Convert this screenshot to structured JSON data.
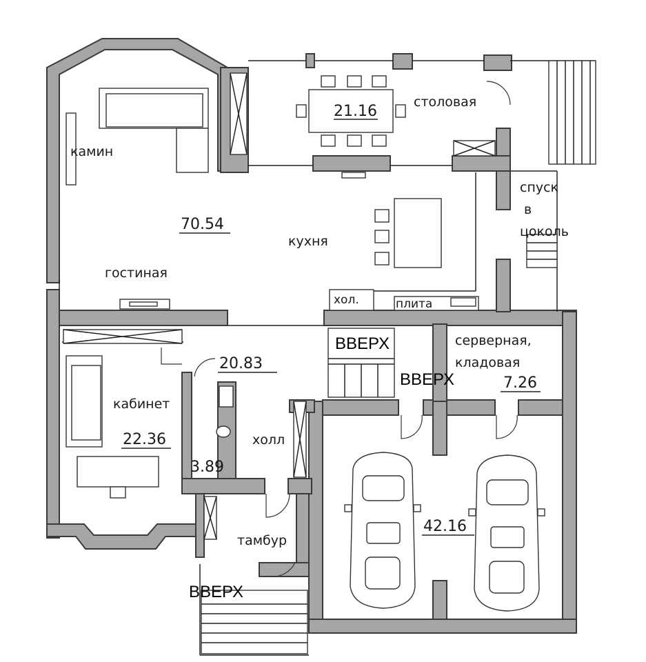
{
  "rooms": {
    "dining": {
      "name": "столовая",
      "area": "21.16"
    },
    "fireplace": {
      "name": "камин"
    },
    "living_area": "70.54",
    "kitchen": {
      "name": "кухня"
    },
    "living": {
      "name": "гостиная"
    },
    "descent": {
      "line1": "спуск",
      "line2": "в",
      "line3": "цоколь"
    },
    "fridge": {
      "name": "хол."
    },
    "stove": {
      "name": "плита"
    },
    "hall_upper_area": "20.83",
    "server": {
      "line1": "серверная,",
      "line2": "кладовая",
      "area": "7.26"
    },
    "study": {
      "name": "кабинет",
      "area": "22.36"
    },
    "bath_area": "3.89",
    "hall": {
      "name": "холл"
    },
    "garage_area": "42.16",
    "vestibule": {
      "name": "тамбур"
    }
  },
  "stairs": {
    "up_main": "ВВЕРХ",
    "up_side": "ВВЕРХ",
    "up_entry": "ВВЕРХ"
  }
}
